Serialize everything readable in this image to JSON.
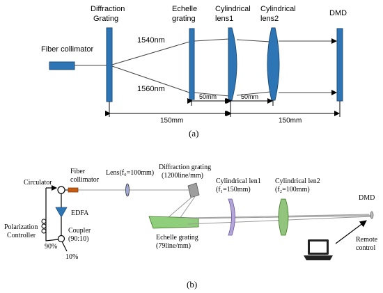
{
  "panel_a": {
    "labels": {
      "diffraction_grating_line1": "Diffraction",
      "diffraction_grating_line2": "Grating",
      "echelle_grating_line1": "Echelle",
      "echelle_grating_line2": "grating",
      "cyl_lens1_line1": "Cylindrical",
      "cyl_lens1_line2": "lens1",
      "cyl_lens2_line1": "Cylindrical",
      "cyl_lens2_line2": "lens2",
      "dmd": "DMD",
      "fiber_collimator": "Fiber collimator",
      "wavelength_top": "1540nm",
      "wavelength_bottom": "1560nm",
      "dist_50_left": "50mm",
      "dist_50_right": "50mm",
      "dist_150_left": "150mm",
      "dist_150_right": "150mm",
      "caption": "(a)"
    },
    "colors": {
      "component_fill": "#2e75b6",
      "component_stroke": "#1f4e79"
    }
  },
  "panel_b": {
    "labels": {
      "circulator": "Circulator",
      "fiber_collimator_line1": "Fiber",
      "fiber_collimator_line2": "collimator",
      "lens": "Lens(f₀=100mm)",
      "diffraction_grating_line1": "Diffraction grating",
      "diffraction_grating_line2": "(1200line/mm)",
      "cyl_len1_line1": "Cylindrical len1",
      "cyl_len1_line2": "(f₁=150mm)",
      "cyl_len2_line1": "Cylindrical len2",
      "cyl_len2_line2": "(f₂=100mm)",
      "dmd": "DMD",
      "edfa": "EDFA",
      "polarization_line1": "Polarization",
      "polarization_line2": "Controller",
      "coupler_line1": "Coupler",
      "coupler_line2": "(90:10)",
      "port_90": "90%",
      "port_10": "10%",
      "echelle_line1": "Echelle grating",
      "echelle_line2": "(79line/mm)",
      "remote_line1": "Remote",
      "remote_line2": "control",
      "caption": "(b)"
    },
    "colors": {
      "edfa": "#2e75b6",
      "collimator": "#c55a11",
      "lens1": "#b4a7d6",
      "lens2": "#93c47d",
      "echelle": "#8fce7a"
    }
  }
}
